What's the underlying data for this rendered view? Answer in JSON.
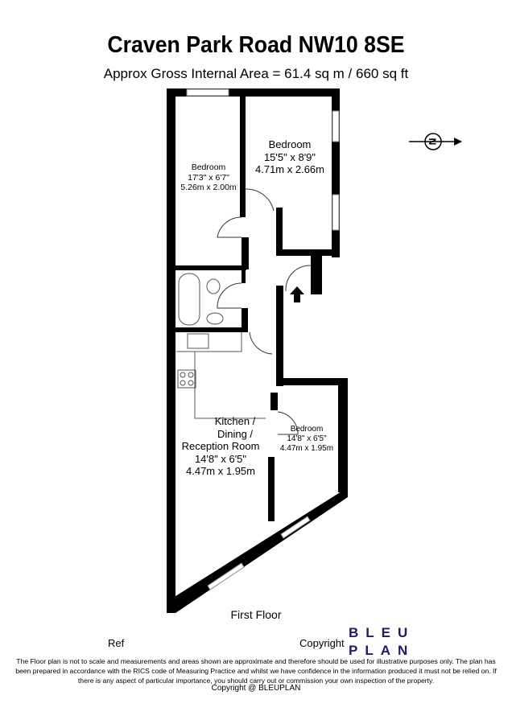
{
  "title": "Craven Park Road NW10 8SE",
  "subtitle": "Approx Gross Internal Area = 61.4 sq m / 660 sq ft",
  "rooms": [
    {
      "name": "Bedroom",
      "imperial": "17'3\" x 6'7\"",
      "metric": "5.26m x 2.00m"
    },
    {
      "name": "Bedroom",
      "imperial": "15'5\" x 8'9\"",
      "metric": "4.71m x 2.66m"
    },
    {
      "name": "Kitchen /",
      "name2": "Dining /",
      "name3": "Reception Room",
      "imperial": "14'8\" x 6'5\"",
      "metric": "4.47m x 1.95m"
    },
    {
      "name": "Bedroom",
      "imperial": "14'8\" x 6'5\"",
      "metric": "4.47m x 1.95m"
    }
  ],
  "compass_label": "N",
  "floor_label": "First Floor",
  "ref_label": "Ref",
  "copyright_label": "Copyright",
  "logo": {
    "line1": "BLEU",
    "line2": "PLAN",
    "color": "#1f1a6b"
  },
  "disclaimer": "The Floor plan is not to scale and measurements and areas shown are approximate and therefore should be used for illustrative purposes only. The plan has been prepared in accordance with the RICS code of Measuring Practice and whilst we have confidence in the information produced it must not be relied on. If there is any aspect of particular importance, you should carry out or commission your own inspection of the property.",
  "copyright_footer": "Copyright @ BLEUPLAN"
}
